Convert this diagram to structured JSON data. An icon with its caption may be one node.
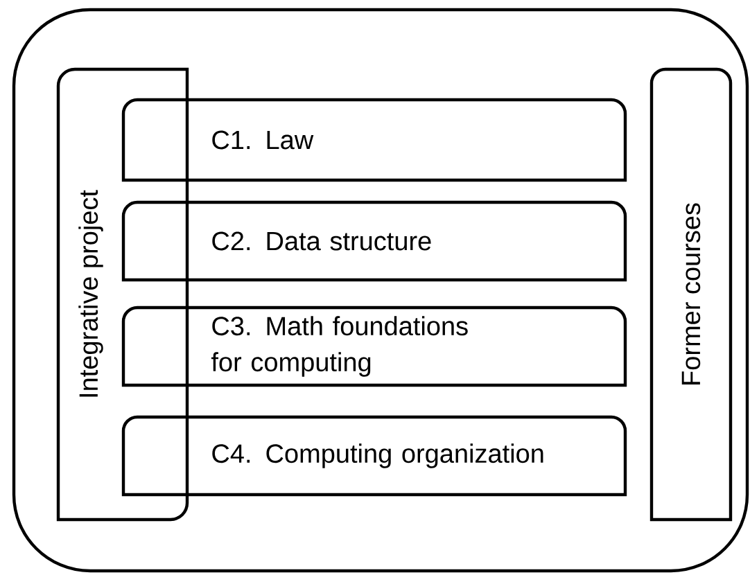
{
  "diagram": {
    "nodes": [
      {
        "text": [],
        "shape": "box"
      },
      {
        "text": [
          "Integrative project"
        ],
        "in": 0
      },
      {
        "text": [
          "C1. Law"
        ],
        "in": 0
      },
      {
        "text": [
          "C2. Data structure"
        ],
        "in": 0
      },
      {
        "text": [
          "C3. Math foundations for computing"
        ],
        "in": 0
      },
      {
        "text": [
          "C4. Computing organization"
        ],
        "in": 0
      },
      {
        "text": [
          "Former courses"
        ],
        "in": 0
      }
    ]
  }
}
